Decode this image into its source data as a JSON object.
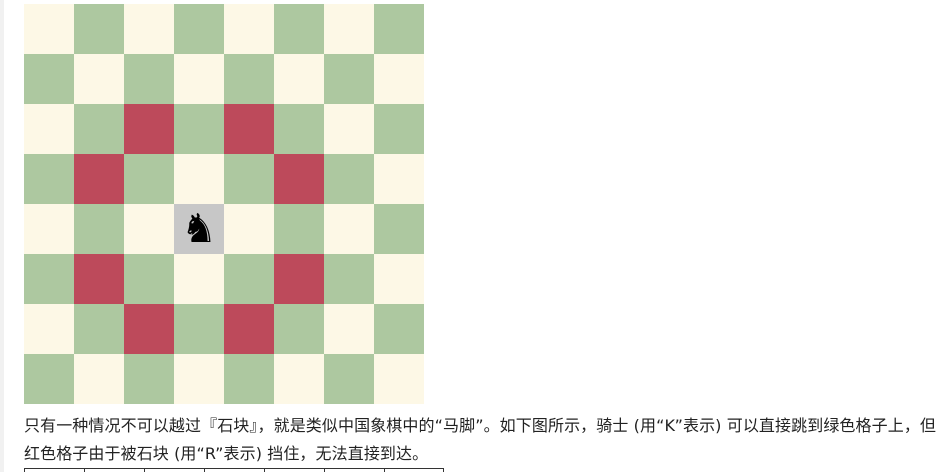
{
  "colors": {
    "light": "#fdf8e6",
    "green": "#adc8a0",
    "red": "#bd4a5b",
    "highlight": "#c7c7c7"
  },
  "board": {
    "size": 8,
    "knight": {
      "row": 4,
      "col": 3,
      "icon": "chess-knight-icon",
      "glyph": "♞"
    },
    "blocked_squares": [
      [
        2,
        2
      ],
      [
        2,
        4
      ],
      [
        3,
        1
      ],
      [
        3,
        5
      ],
      [
        5,
        1
      ],
      [
        5,
        5
      ],
      [
        6,
        2
      ],
      [
        6,
        4
      ]
    ]
  },
  "text": {
    "paragraph": "只有一种情况不可以越过『石块』，就是类似中国象棋中的“马脚”。如下图所示，骑士 (用“K”表示) 可以直接跳到绿色格子上，但红色格子由于被石块 (用“R”表示) 挡住，无法直接到达。"
  }
}
